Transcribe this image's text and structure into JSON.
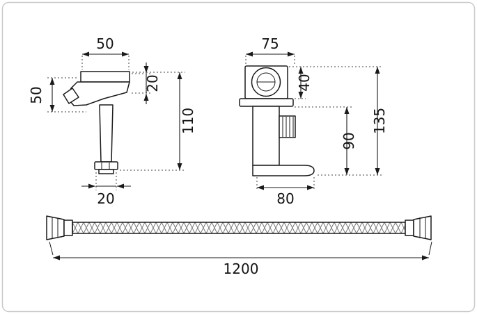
{
  "meta": {
    "background_color": "#ffffff",
    "line_color": "#1a1a1a",
    "border_color": "#c9c9c9",
    "description": "Technical dimension drawing of a bidet sprayer set: hand sprayer, mixer valve and hose"
  },
  "sprayer": {
    "head_width": "50",
    "head_height": "50",
    "nozzle_height": "20",
    "body_height": "110",
    "connector_width": "20"
  },
  "valve": {
    "plate_width": "75",
    "knob_height": "40",
    "body_height": "90",
    "total_height": "135",
    "spout_length": "80"
  },
  "hose": {
    "length": "1200"
  }
}
